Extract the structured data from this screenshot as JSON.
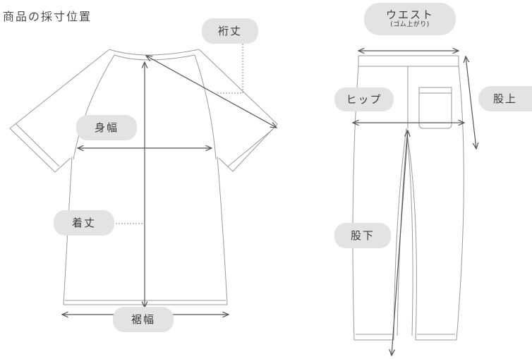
{
  "title": "商品の採寸位置",
  "labels": {
    "yuki": "裄丈",
    "mihaba": "身幅",
    "kitake": "着丈",
    "susohaba": "裾幅",
    "waist": "ウエスト",
    "waist_note": "(ゴム上がり)",
    "hip": "ヒップ",
    "matagami": "股上",
    "matashita": "股下"
  },
  "colors": {
    "outline": "#9a9a9a",
    "arrow": "#555555",
    "pill_bg": "#e3e3e3",
    "pill_text": "#3a3a3a"
  }
}
